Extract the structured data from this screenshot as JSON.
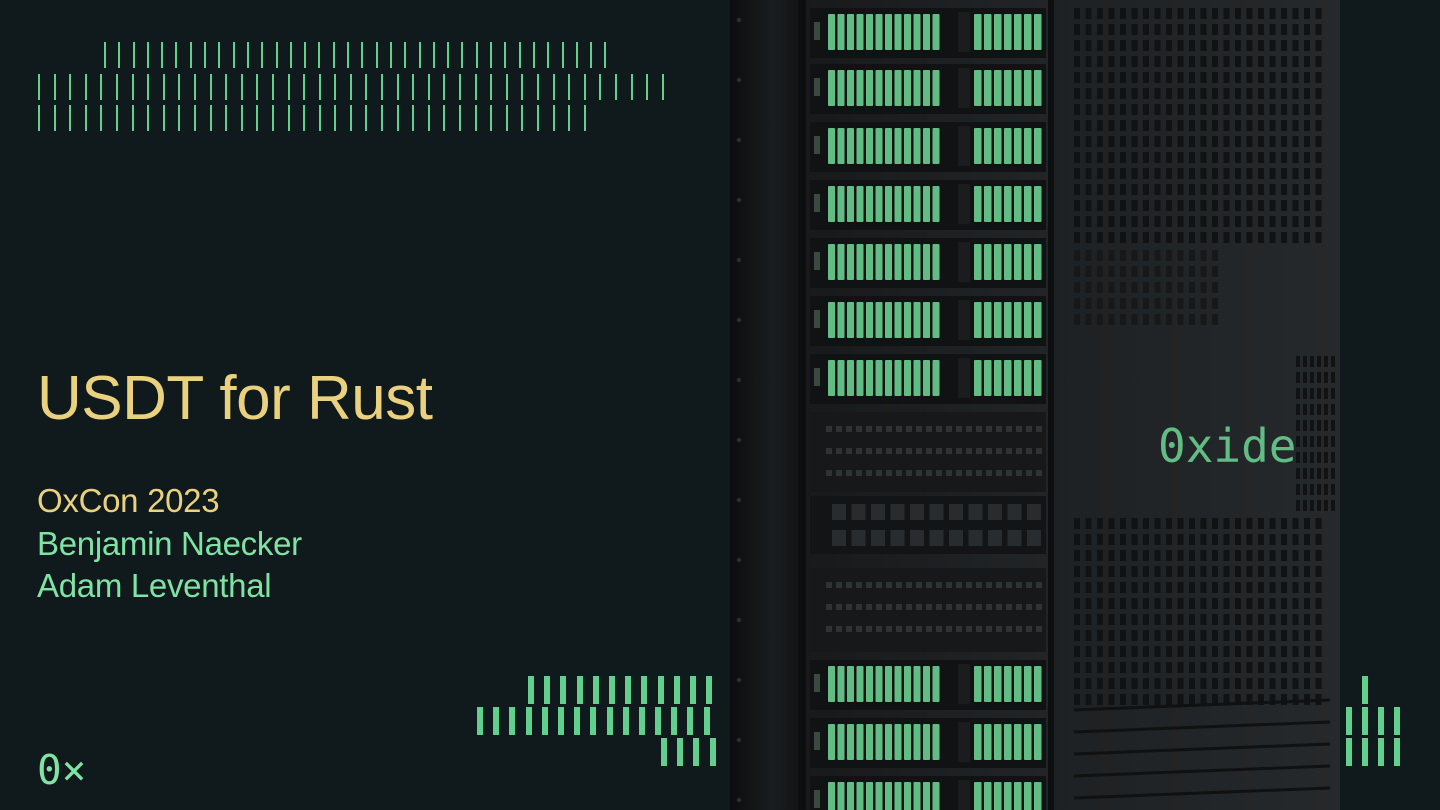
{
  "slide": {
    "title": "USDT for Rust",
    "event": "OxCon 2023",
    "authors": [
      "Benjamin Naecker",
      "Adam Leventhal"
    ],
    "corner_logo": "0×",
    "rack_brand": "0xide"
  },
  "colors": {
    "background": "#101a1c",
    "title_yellow": "#ead17e",
    "accent_green": "#7fe3a4",
    "tick_green": "#5fd08e",
    "rack_dark": "#1c1f21",
    "drive_green": "#62bd85"
  }
}
